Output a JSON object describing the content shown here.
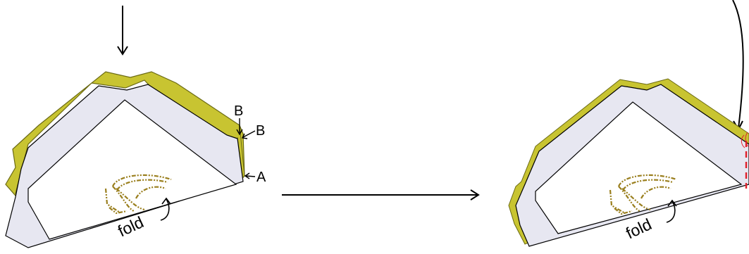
{
  "labels": {
    "left": {
      "b_upper": "B",
      "b_lower": "B",
      "a": "A",
      "fold": "fold"
    },
    "right": {
      "fold": "fold"
    }
  },
  "colors": {
    "fabric_yellow": "#c8c431",
    "yellow_edge": "#6b6a14",
    "interfacing": "#e7e7f1",
    "pattern_stitch": "#9a7f1e",
    "seam_red": "#e0202a",
    "outline": "#000000"
  },
  "icons": [
    "down-arrow-icon",
    "right-arrow-icon",
    "curved-arrow-icon",
    "fold-arrow-icon"
  ]
}
